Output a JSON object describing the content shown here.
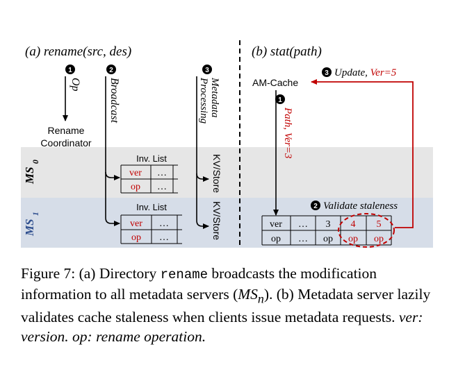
{
  "colors": {
    "red": "#c00000",
    "ms0_band": "#e6e6e6",
    "ms1_band": "#d6dde8",
    "ms1_label": "#2f4f8f",
    "black": "#000000"
  },
  "panel_a": {
    "title": "(a) rename(src, des)",
    "steps": [
      {
        "num": "1",
        "label": "Op"
      },
      {
        "num": "2",
        "label": "Broadcast"
      },
      {
        "num": "3",
        "label_line1": "Metadata",
        "label_line2": "Processing"
      }
    ],
    "coordinator_line1": "Rename",
    "coordinator_line2": "Coordinator",
    "ms0": "MS0",
    "ms1": "MS1",
    "inv_list_title": "Inv. List",
    "inv_rows": [
      [
        "ver",
        "…"
      ],
      [
        "op",
        "…"
      ]
    ],
    "kvstore": "KV/Store"
  },
  "panel_b": {
    "title": "(b) stat(path)",
    "am_cache": "AM-Cache",
    "step1_num": "1",
    "step1_label": "Path, Ver=3",
    "step2_num": "2",
    "step2_label": "Validate staleness",
    "step3_num": "3",
    "step3_label_a": "Update, ",
    "step3_label_b": "Ver=5",
    "table_row1": [
      "ver",
      "…",
      "3",
      "4",
      "5"
    ],
    "table_row2": [
      "op",
      "…",
      "op",
      "op",
      "op"
    ]
  },
  "caption": {
    "p1": "Figure 7:  (a) Directory ",
    "p2": "rename",
    "p3": " broadcasts the modification information to all metadata servers (",
    "p4": "MS",
    "p5": "n",
    "p6": "). (b) Metadata server lazily validates cache staleness when clients issue metadata requests. ",
    "p7": "ver: version. op: rename operation."
  }
}
